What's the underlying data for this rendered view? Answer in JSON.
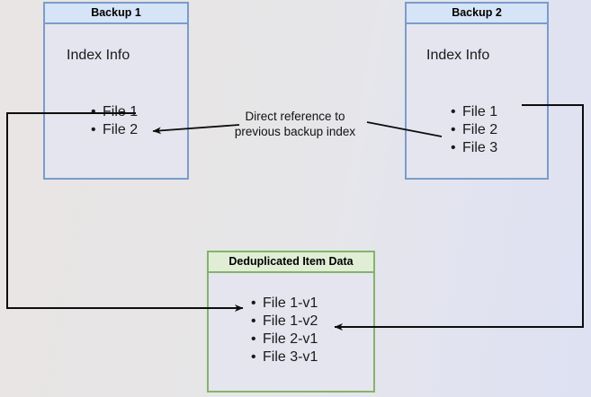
{
  "diagram": {
    "title": "Backup deduplication index reference diagram",
    "background_gradient_from": "#e8e5e4",
    "background_gradient_to": "#dee1f2"
  },
  "nodes": {
    "backup1": {
      "header": "Backup 1",
      "body_title": "Index Info",
      "border_color": "#7a9ccc",
      "header_fill": "#d6e4f7",
      "body_fill": "#e4e5ef",
      "items": [
        "File 1",
        "File 2"
      ]
    },
    "backup2": {
      "header": "Backup 2",
      "body_title": "Index Info",
      "border_color": "#7a9ccc",
      "header_fill": "#d6e4f7",
      "body_fill": "#e4e5ef",
      "items": [
        "File 1",
        "File 2",
        "File 3"
      ]
    },
    "dedup": {
      "header": "Deduplicated Item Data",
      "border_color": "#85b368",
      "header_fill": "#dfeed5",
      "body_fill": "#e4e5ef",
      "items": [
        "File 1-v1",
        "File 1-v2",
        "File 2-v1",
        "File 3-v1"
      ]
    }
  },
  "edges": {
    "reference_label_line1": "Direct reference to",
    "reference_label_line2": "previous backup index",
    "stroke_color": "#0d0d0d"
  }
}
